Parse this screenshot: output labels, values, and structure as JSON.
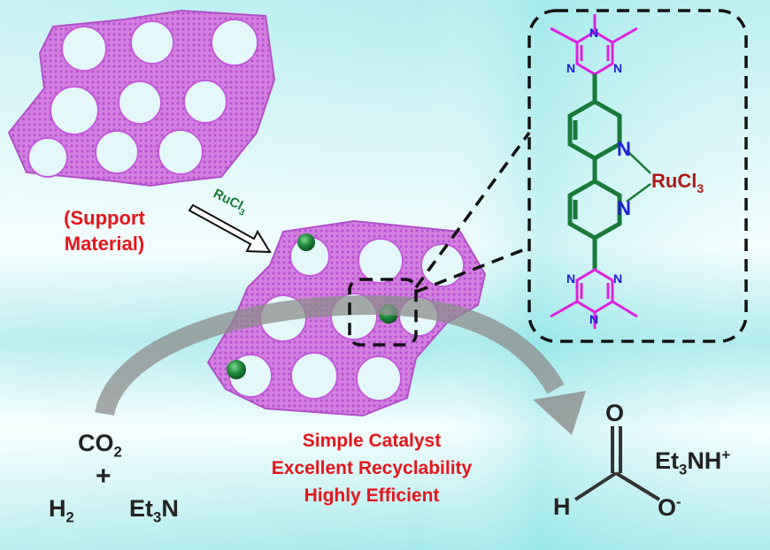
{
  "support_material": {
    "line1": "(Support",
    "line2": "Material)"
  },
  "reagent_arrow": {
    "base": "RuCl",
    "sub": "3"
  },
  "claims": [
    "Simple Catalyst",
    "Excellent Recyclability",
    "Highly Efficient"
  ],
  "reactants": {
    "co2_base": "CO",
    "co2_sub": "2",
    "plus": "+",
    "h2_base": "H",
    "h2_sub": "2",
    "amine_base": "Et",
    "amine_sub": "3",
    "amine_end": "N"
  },
  "product": {
    "carbonyl_o": "O",
    "hydrogen": "H",
    "oxide": "O",
    "oxide_charge": "-",
    "cation_base": "Et",
    "cation_sub": "3",
    "cation_end": "NH",
    "cation_charge": "+"
  },
  "complex": {
    "n_upper": "N",
    "n_lower": "N",
    "metal_base": "RuCl",
    "metal_sub": "3",
    "triazine_n": "N"
  },
  "colors": {
    "framework": "#cc66dd",
    "framework_pore": "#c9f3f4",
    "bipyridine": "#1a7a3a",
    "triazine": "#e020e0",
    "metal_label": "#b01818",
    "claim_text": "#e8141b",
    "nitrogen": "#1d1dd8",
    "arrow_gray": "#8c8c8c",
    "dashed_box": "#111111"
  }
}
